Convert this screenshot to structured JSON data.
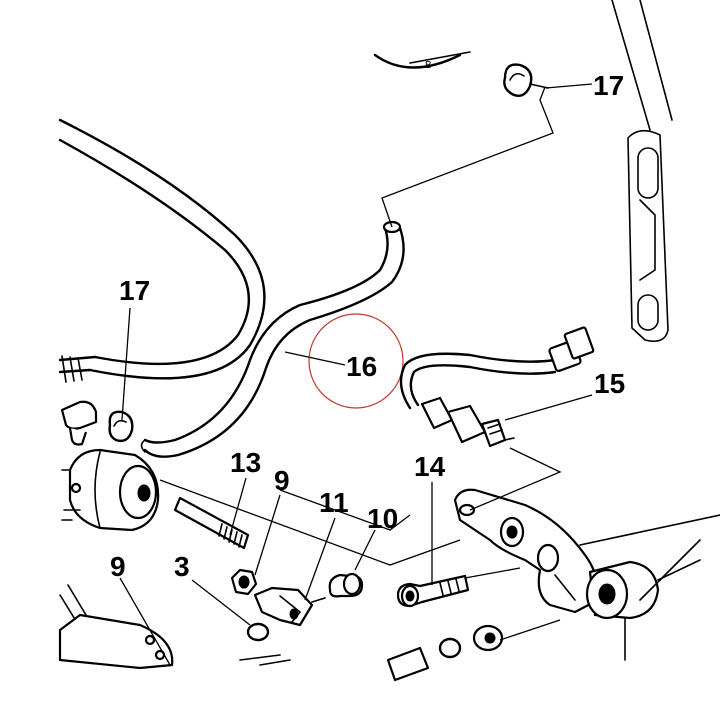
{
  "diagram": {
    "callouts": [
      {
        "id": "17a",
        "label": "17"
      },
      {
        "id": "17b",
        "label": "17"
      },
      {
        "id": "16",
        "label": "16"
      },
      {
        "id": "15",
        "label": "15"
      },
      {
        "id": "14",
        "label": "14"
      },
      {
        "id": "13",
        "label": "13"
      },
      {
        "id": "9a",
        "label": "9"
      },
      {
        "id": "11",
        "label": "11"
      },
      {
        "id": "10",
        "label": "10"
      },
      {
        "id": "9b",
        "label": "9"
      },
      {
        "id": "3",
        "label": "3"
      }
    ],
    "top_mark": "B",
    "highlight_color": "#c0392b"
  }
}
